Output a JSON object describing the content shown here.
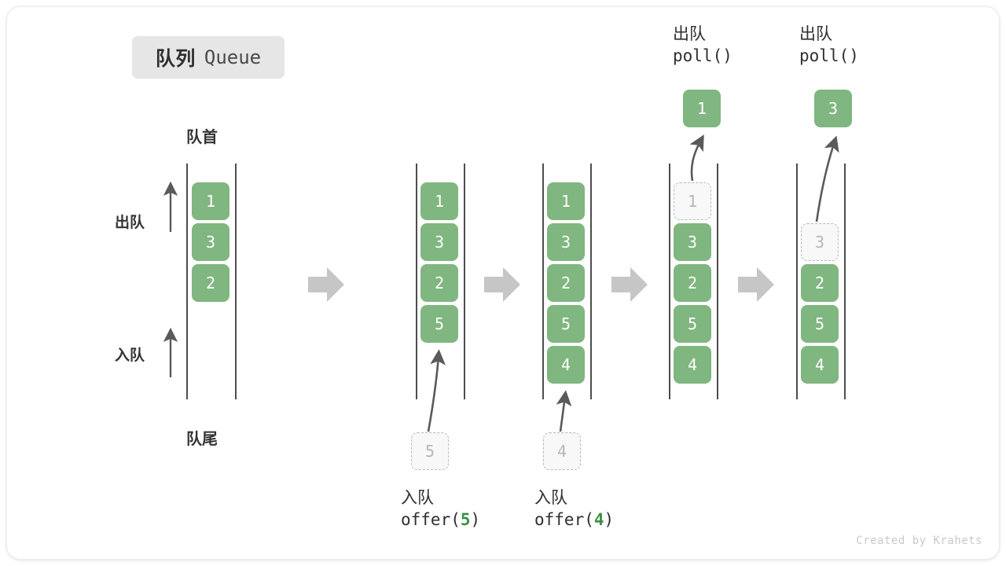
{
  "title": {
    "cn": "队列",
    "en": "Queue"
  },
  "labels": {
    "front": "队首",
    "rear": "队尾",
    "dequeue_side": "出队",
    "enqueue_side": "入队"
  },
  "colors": {
    "element_fill": "#80b680",
    "element_text": "#ffffff",
    "ghost_fill": "#f8f8f8",
    "ghost_border": "#b9b9b9",
    "ghost_text": "#b6b6b6",
    "rail": "#4d4d4d",
    "step_arrow": "#c6c6c6",
    "accent_code": "#3f8f46",
    "badge_bg": "#e6e6e6",
    "text": "#2f2f2f"
  },
  "columns": [
    {
      "id": "initial",
      "slots": [
        {
          "value": "1",
          "state": "filled"
        },
        {
          "value": "3",
          "state": "filled"
        },
        {
          "value": "2",
          "state": "filled"
        }
      ]
    },
    {
      "id": "after-offer-5",
      "slots": [
        {
          "value": "1",
          "state": "filled"
        },
        {
          "value": "3",
          "state": "filled"
        },
        {
          "value": "2",
          "state": "filled"
        },
        {
          "value": "5",
          "state": "filled"
        }
      ],
      "incoming": {
        "value": "5",
        "state": "ghost"
      },
      "caption": {
        "cn": "入队",
        "code_prefix": "offer(",
        "code_arg": "5",
        "code_suffix": ")"
      }
    },
    {
      "id": "after-offer-4",
      "slots": [
        {
          "value": "1",
          "state": "filled"
        },
        {
          "value": "3",
          "state": "filled"
        },
        {
          "value": "2",
          "state": "filled"
        },
        {
          "value": "5",
          "state": "filled"
        },
        {
          "value": "4",
          "state": "filled"
        }
      ],
      "incoming": {
        "value": "4",
        "state": "ghost"
      },
      "caption": {
        "cn": "入队",
        "code_prefix": "offer(",
        "code_arg": "4",
        "code_suffix": ")"
      }
    },
    {
      "id": "after-poll-1",
      "slots": [
        {
          "value": "1",
          "state": "ghost"
        },
        {
          "value": "3",
          "state": "filled"
        },
        {
          "value": "2",
          "state": "filled"
        },
        {
          "value": "5",
          "state": "filled"
        },
        {
          "value": "4",
          "state": "filled"
        }
      ],
      "popped": "1",
      "top_caption": {
        "cn": "出队",
        "code": "poll()"
      }
    },
    {
      "id": "after-poll-3",
      "slots": [
        {
          "value": "",
          "state": "empty"
        },
        {
          "value": "3",
          "state": "ghost"
        },
        {
          "value": "2",
          "state": "filled"
        },
        {
          "value": "5",
          "state": "filled"
        },
        {
          "value": "4",
          "state": "filled"
        }
      ],
      "popped": "3",
      "top_caption": {
        "cn": "出队",
        "code": "poll()"
      }
    }
  ],
  "step_arrows": [
    {
      "name": "step-arrow-1"
    },
    {
      "name": "step-arrow-2"
    },
    {
      "name": "step-arrow-3"
    },
    {
      "name": "step-arrow-4"
    }
  ],
  "watermark": "Created by Krahets"
}
